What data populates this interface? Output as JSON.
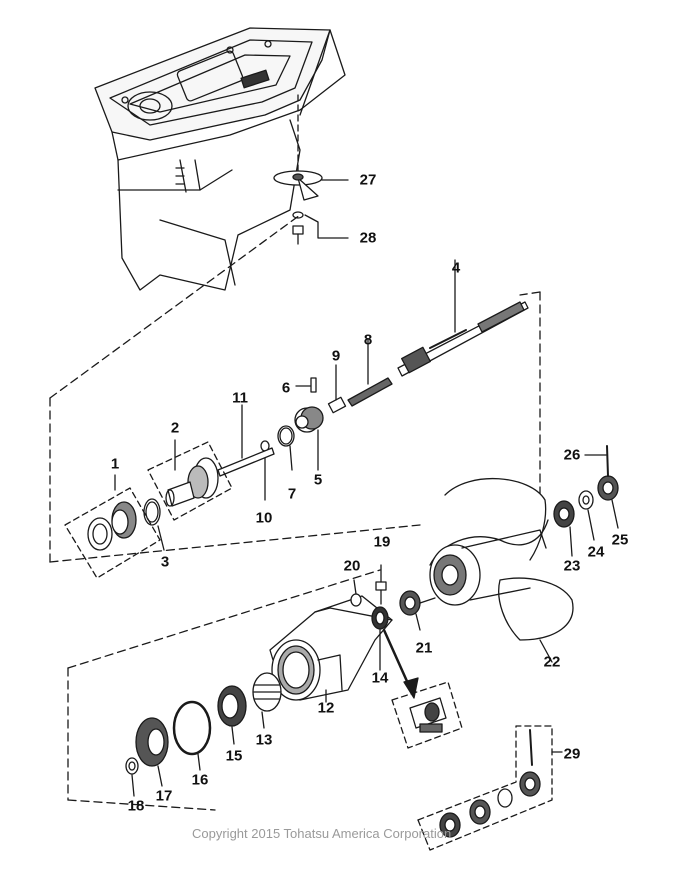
{
  "diagram": {
    "callouts": [
      {
        "id": "1",
        "label": "1"
      },
      {
        "id": "2",
        "label": "2"
      },
      {
        "id": "3",
        "label": "3"
      },
      {
        "id": "4",
        "label": "4"
      },
      {
        "id": "5",
        "label": "5"
      },
      {
        "id": "6",
        "label": "6"
      },
      {
        "id": "7",
        "label": "7"
      },
      {
        "id": "8",
        "label": "8"
      },
      {
        "id": "9",
        "label": "9"
      },
      {
        "id": "10",
        "label": "10"
      },
      {
        "id": "11",
        "label": "11"
      },
      {
        "id": "12",
        "label": "12"
      },
      {
        "id": "13",
        "label": "13"
      },
      {
        "id": "14",
        "label": "14"
      },
      {
        "id": "15",
        "label": "15"
      },
      {
        "id": "16",
        "label": "16"
      },
      {
        "id": "17",
        "label": "17"
      },
      {
        "id": "18",
        "label": "18"
      },
      {
        "id": "19",
        "label": "19"
      },
      {
        "id": "20",
        "label": "20"
      },
      {
        "id": "21",
        "label": "21"
      },
      {
        "id": "22",
        "label": "22"
      },
      {
        "id": "23",
        "label": "23"
      },
      {
        "id": "24",
        "label": "24"
      },
      {
        "id": "25",
        "label": "25"
      },
      {
        "id": "26",
        "label": "26"
      },
      {
        "id": "27",
        "label": "27"
      },
      {
        "id": "28",
        "label": "28"
      },
      {
        "id": "29",
        "label": "29"
      }
    ],
    "copyright": "Copyright 2015 Tohatsu America Corporation"
  },
  "colors": {
    "line": "#1a1a1a",
    "copyright": "#9a9a9a"
  }
}
